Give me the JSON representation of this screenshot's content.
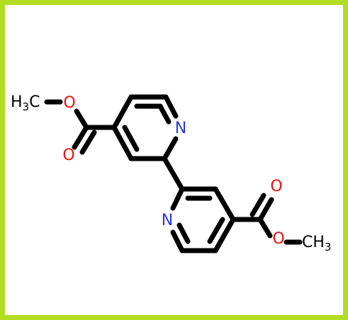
{
  "molecule": {
    "atoms": {
      "n_upper": {
        "symbol": "N",
        "color": "#2b36e0"
      },
      "n_lower": {
        "symbol": "N",
        "color": "#2b36e0"
      },
      "o_upper_ester": {
        "symbol": "O",
        "color": "#ee1111"
      },
      "o_upper_carbonyl": {
        "symbol": "O",
        "color": "#ee1111"
      },
      "o_lower_carbonyl": {
        "symbol": "O",
        "color": "#ee1111"
      },
      "o_lower_ester": {
        "symbol": "O",
        "color": "#ee1111"
      },
      "methyl_left": {
        "main": "H",
        "sub": "3",
        "tail": "C",
        "color": "#000000"
      },
      "methyl_right": {
        "main": "CH",
        "sub": "3",
        "color": "#000000"
      }
    },
    "colors": {
      "frame": "#b1dd22",
      "bond": "#000000",
      "background": "#ffffff"
    }
  }
}
